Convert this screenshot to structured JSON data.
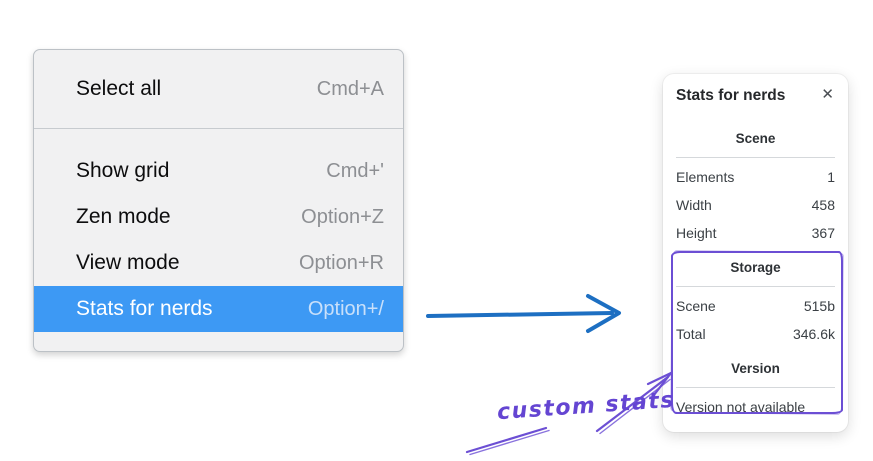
{
  "context_menu": {
    "sections": [
      {
        "items": [
          {
            "label": "Select all",
            "shortcut": "Cmd+A",
            "selected": false
          }
        ]
      },
      {
        "items": [
          {
            "label": "Show grid",
            "shortcut": "Cmd+'",
            "selected": false
          },
          {
            "label": "Zen mode",
            "shortcut": "Option+Z",
            "selected": false
          },
          {
            "label": "View mode",
            "shortcut": "Option+R",
            "selected": false
          },
          {
            "label": "Stats for nerds",
            "shortcut": "Option+/",
            "selected": true
          }
        ]
      }
    ],
    "selected_item_color": "#3d99f4"
  },
  "stats_panel": {
    "title": "Stats for nerds",
    "close_icon": "✕",
    "sections": [
      {
        "heading": "Scene",
        "rows": [
          {
            "label": "Elements",
            "value": "1"
          },
          {
            "label": "Width",
            "value": "458"
          },
          {
            "label": "Height",
            "value": "367"
          }
        ]
      },
      {
        "heading": "Storage",
        "rows": [
          {
            "label": "Scene",
            "value": "515b"
          },
          {
            "label": "Total",
            "value": "346.6k"
          }
        ]
      },
      {
        "heading": "Version",
        "note": "Version not available"
      }
    ]
  },
  "annotation": {
    "label": "custom stats",
    "sketch_color": "#6c4fd4",
    "pointer_arrow_color": "#1d6fc2"
  }
}
